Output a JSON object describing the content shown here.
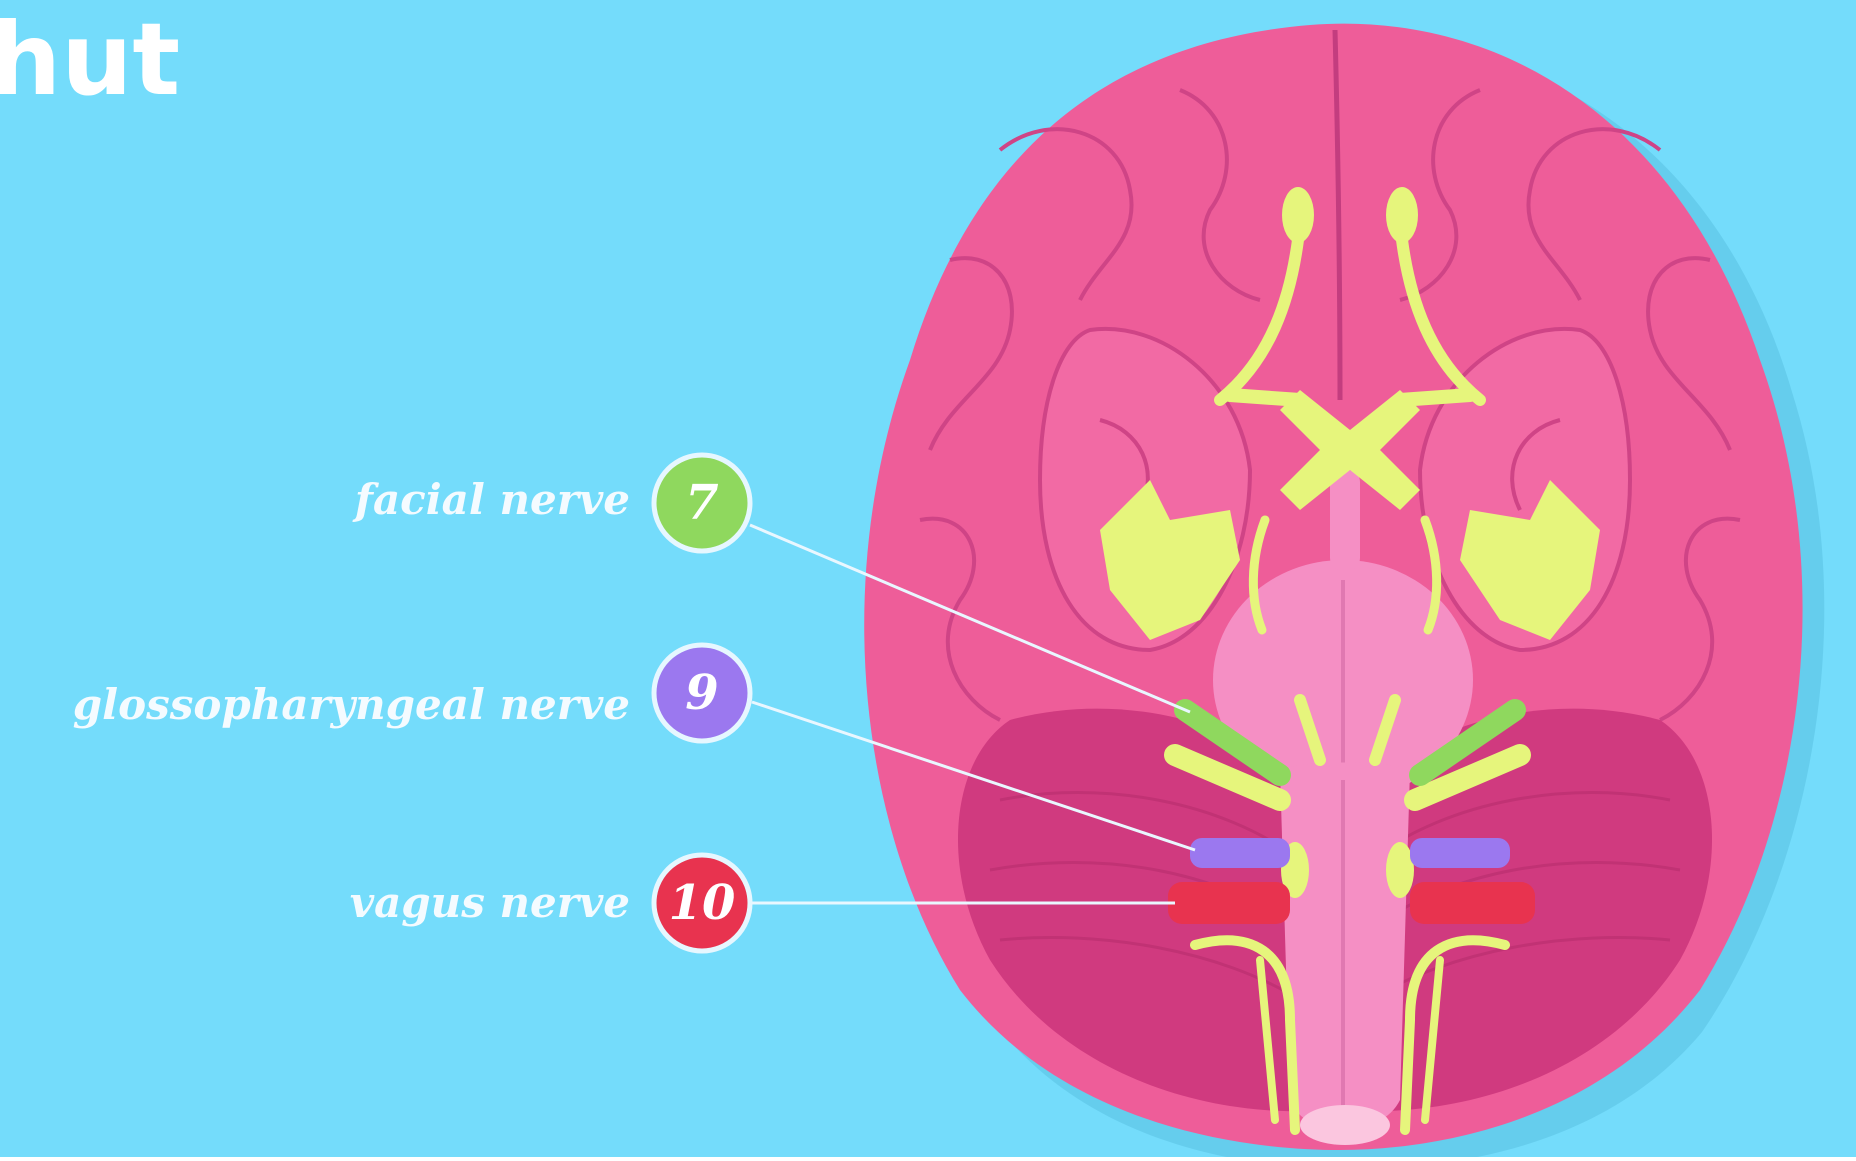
{
  "page_title": "hut",
  "colors": {
    "background": "#74dcfb",
    "brain": "#ee5d99",
    "brain_dark": "#d54287",
    "cerebellum": "#d03a7f",
    "brainstem": "#f58fc4",
    "yellow_nerves": "#e6f57c",
    "facial": "#8fd85e",
    "glossopharyngeal": "#9b78ef",
    "vagus": "#e8334f"
  },
  "nerves": [
    {
      "id": "facial",
      "label": "facial nerve",
      "number": "7",
      "color": "#8fd85e"
    },
    {
      "id": "glossopharyngeal",
      "label": "glossopharyngeal nerve",
      "number": "9",
      "color": "#9b78ef"
    },
    {
      "id": "vagus",
      "label": "vagus nerve",
      "number": "10",
      "color": "#e8334f"
    }
  ]
}
